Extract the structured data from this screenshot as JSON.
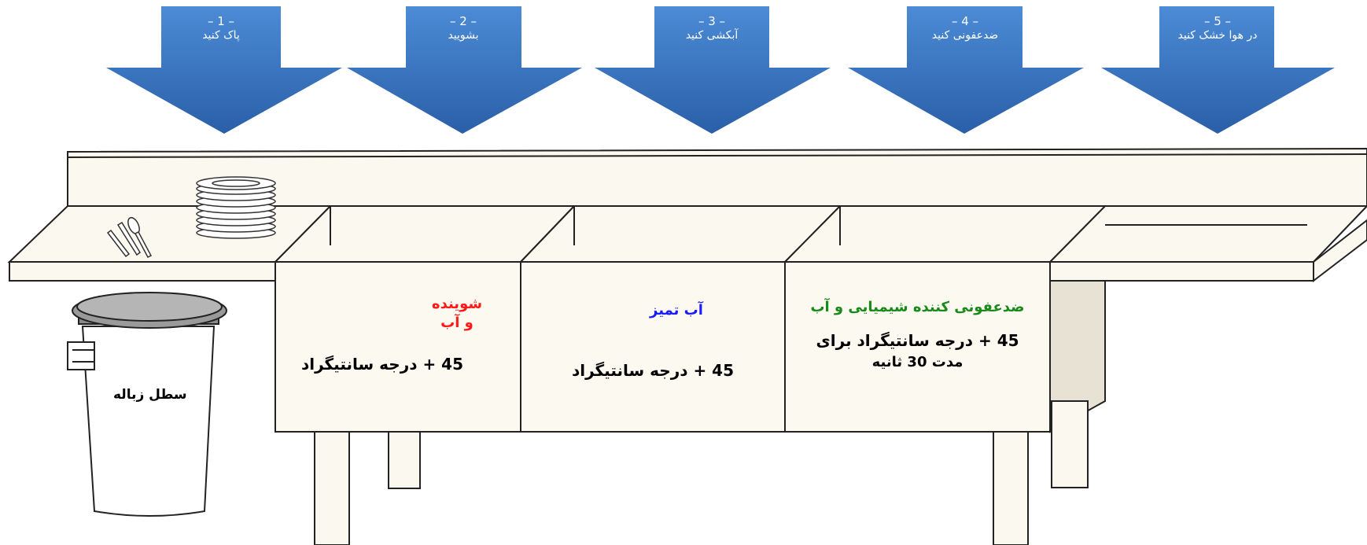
{
  "steps": [
    {
      "number": "– 1 –",
      "label": "پاک کنید"
    },
    {
      "number": "– 2 –",
      "label": "بشویید"
    },
    {
      "number": "– 3 –",
      "label": "آبکشی کنید"
    },
    {
      "number": "– 4 –",
      "label": "ضدعفونی کنید"
    },
    {
      "number": "– 5 –",
      "label": "در هوا خشک کنید"
    }
  ],
  "sinks": {
    "wash": {
      "title": "شوینده",
      "title2": "و آب",
      "temp": "45 + درجه سانتیگراد"
    },
    "rinse": {
      "title": "آب تمیز",
      "temp": "45 + درجه سانتیگراد"
    },
    "sanitize": {
      "title": "ضدعفونی کننده شیمیایی و آب",
      "temp": "45 + درجه سانتیگراد برای",
      "temp2": "مدت 30 ثانیه"
    }
  },
  "trash_bin": {
    "label": "سطل زباله"
  },
  "colors": {
    "arrow": "#3a78c4",
    "wash_title": "#ff1a1a",
    "rinse_title": "#1a1aff",
    "sanitize_title": "#1a8a1a"
  }
}
